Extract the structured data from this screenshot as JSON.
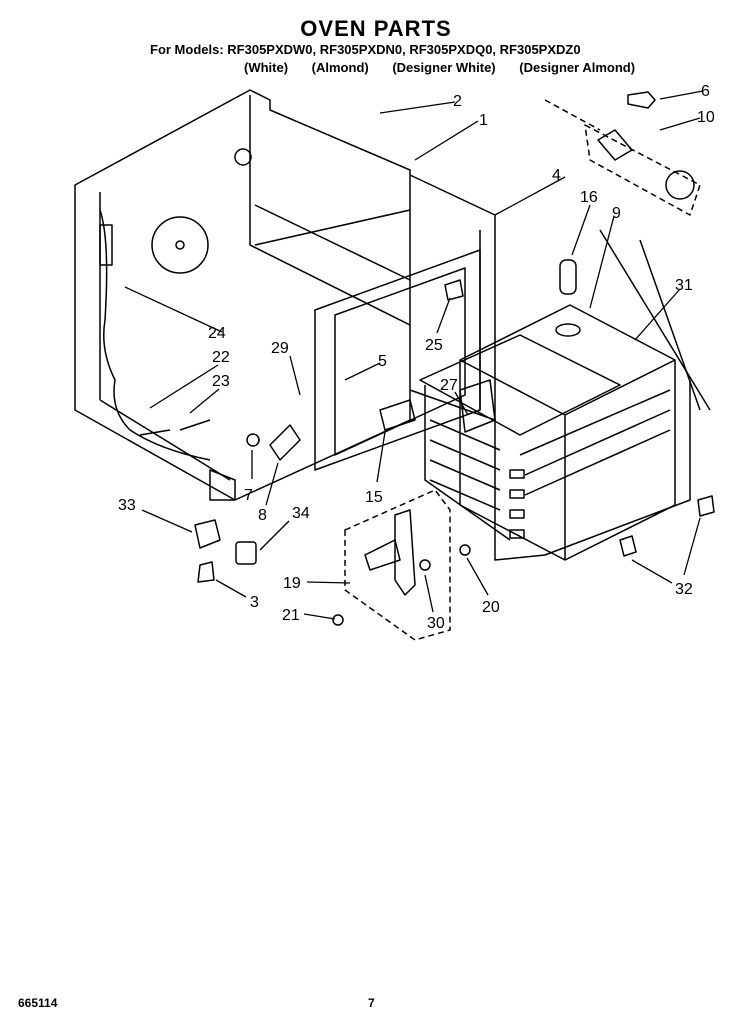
{
  "header": {
    "title": "OVEN PARTS",
    "models_line": "For Models: RF305PXDW0, RF305PXDN0, RF305PXDQ0, RF305PXDZ0",
    "colors": [
      "(White)",
      "(Almond)",
      "(Designer White)",
      "(Designer Almond)"
    ]
  },
  "footer": {
    "doc_number": "665114",
    "page_number": "7"
  },
  "callouts": [
    "2",
    "1",
    "6",
    "10",
    "4",
    "16",
    "9",
    "31",
    "24",
    "22",
    "23",
    "29",
    "5",
    "25",
    "27",
    "7",
    "8",
    "15",
    "34",
    "33",
    "3",
    "19",
    "21",
    "30",
    "20",
    "32"
  ]
}
